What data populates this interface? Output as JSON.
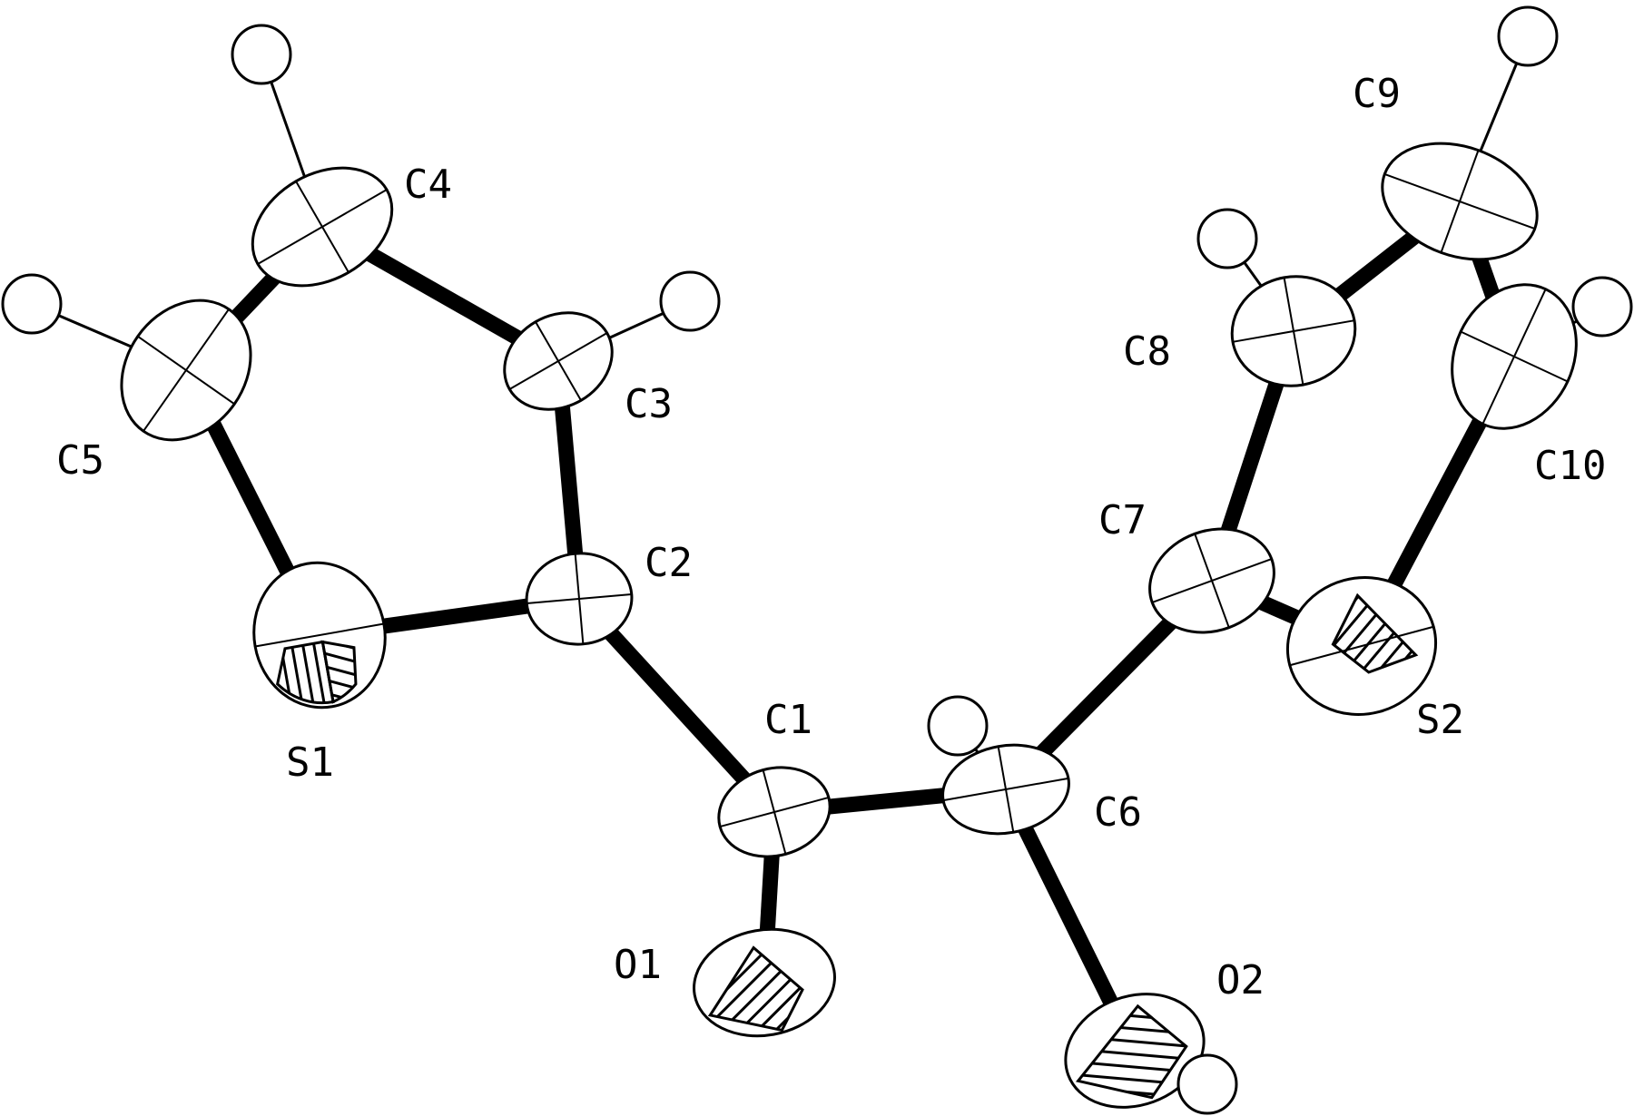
{
  "labels": {
    "c1": "C1",
    "c2": "C2",
    "c3": "C3",
    "c4": "C4",
    "c5": "C5",
    "c6": "C6",
    "c7": "C7",
    "c8": "C8",
    "c9": "C9",
    "c10": "C10",
    "s1": "S1",
    "s2": "S2",
    "o1": "O1",
    "o2": "O2"
  },
  "bonds": [
    [
      "C1",
      "C2"
    ],
    [
      "C1",
      "C6"
    ],
    [
      "C1",
      "O1"
    ],
    [
      "C6",
      "C7"
    ],
    [
      "C6",
      "O2"
    ],
    [
      "C2",
      "S1"
    ],
    [
      "C2",
      "C3"
    ],
    [
      "C3",
      "C4"
    ],
    [
      "C4",
      "C5"
    ],
    [
      "C5",
      "S1"
    ],
    [
      "C7",
      "C8"
    ],
    [
      "C7",
      "S2"
    ],
    [
      "C8",
      "C9"
    ],
    [
      "C9",
      "C10"
    ],
    [
      "C10",
      "S2"
    ]
  ],
  "hydrogens": [
    {
      "parent": "C3",
      "name": "H3"
    },
    {
      "parent": "C4",
      "name": "H4"
    },
    {
      "parent": "C5",
      "name": "H5"
    },
    {
      "parent": "C6",
      "name": "H6"
    },
    {
      "parent": "C8",
      "name": "H8"
    },
    {
      "parent": "C9",
      "name": "H9"
    },
    {
      "parent": "C10",
      "name": "H10"
    },
    {
      "parent": "O2",
      "name": "H2O"
    }
  ]
}
